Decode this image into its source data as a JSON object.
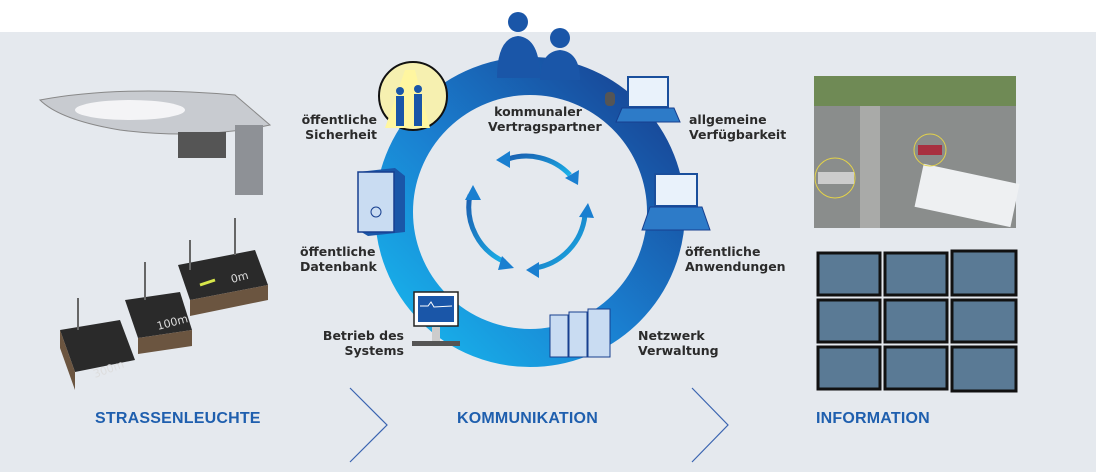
{
  "center_label": [
    "kommunaler",
    "Vertragspartner"
  ],
  "nodes": {
    "sicherheit": [
      "öffentliche",
      "Sicherheit"
    ],
    "verfuegbarkeit": [
      "allgemeine",
      "Verfügbarkeit"
    ],
    "datenbank": [
      "öffentliche",
      "Datenbank"
    ],
    "anwendungen": [
      "öffentliche",
      "Anwendungen"
    ],
    "betrieb": [
      "Betrieb des",
      "Systems"
    ],
    "netzwerk": [
      "Netzwerk",
      "Verwaltung"
    ]
  },
  "sections": [
    "STRASSENLEUCHTE",
    "KOMMUNIKATION",
    "INFORMATION"
  ],
  "markers": [
    "300m",
    "100m",
    "0m"
  ],
  "colors": {
    "ring_dark": "#1a4f9c",
    "ring_light": "#17b3ea",
    "accent": "#1f5fae",
    "bg": "#e5e9ee"
  }
}
